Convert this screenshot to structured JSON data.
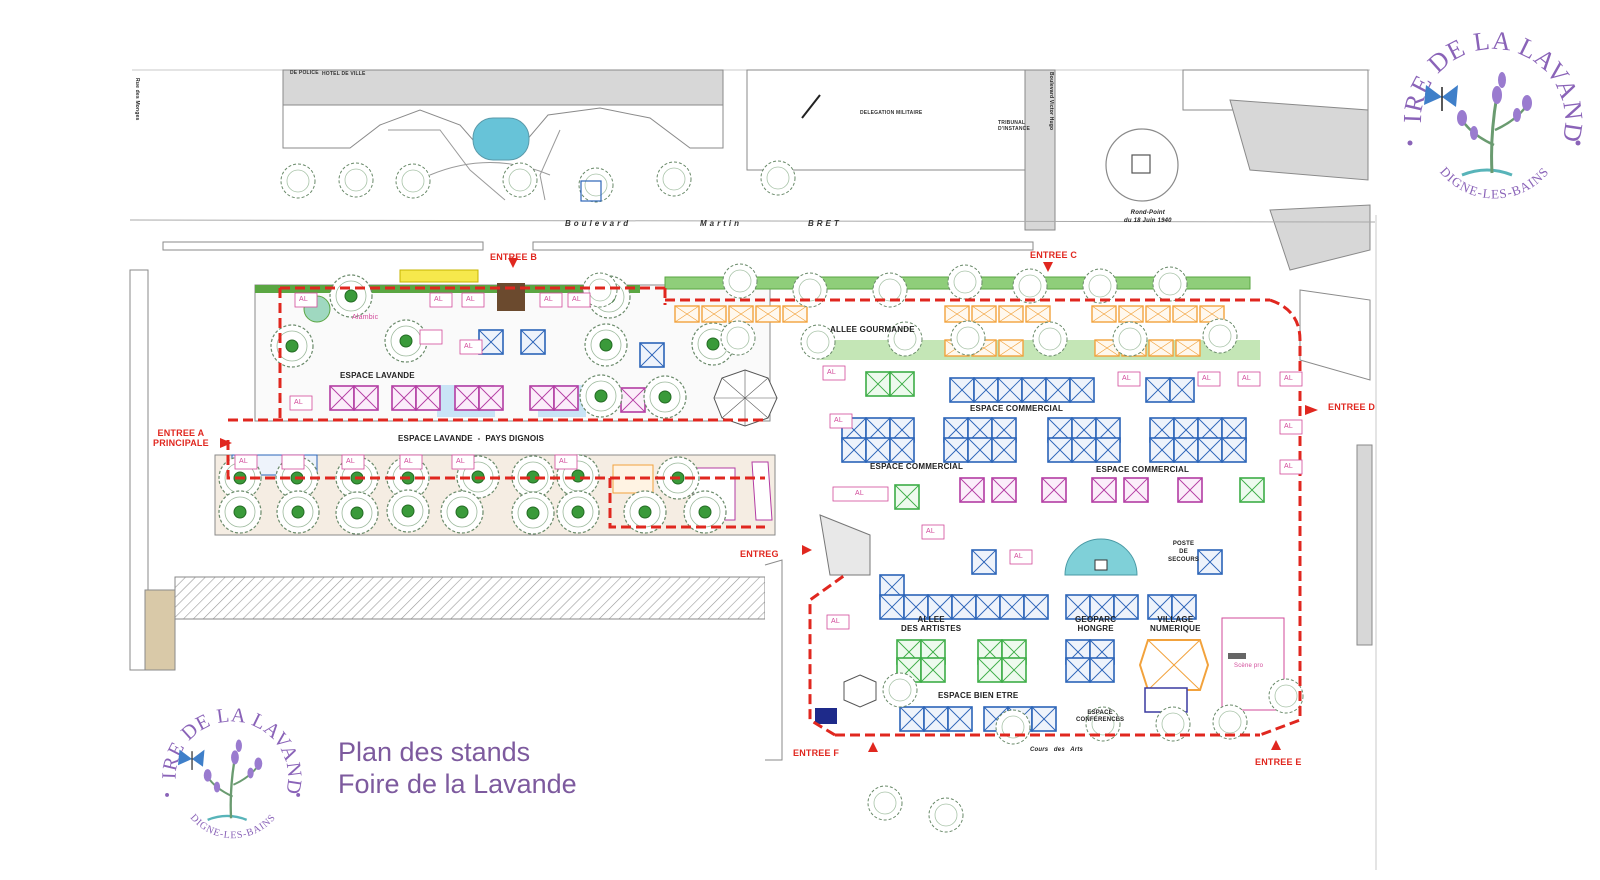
{
  "colors": {
    "lavender_purple": "#8a63b8",
    "caption_purple": "#7d5a9e",
    "route_red": "#e0271f",
    "commercial_blue": "#2b64b8",
    "lavande_magenta": "#b33ca3",
    "artist_green": "#3dad47",
    "alley_orange": "#f2a23c",
    "tree_green": "#3a9a3a",
    "logo_blue": "#3f7fc9"
  },
  "logos": {
    "top_right": {
      "arc_text": "FOIRE DE LA LAVANDE",
      "bottom_text": "DIGNE-LES-BAINS",
      "icon": "butterfly-lavender-sprig-icon"
    },
    "bottom_left": {
      "arc_text": "FOIRE DE LA LAVANDE",
      "bottom_text": "DIGNE-LES-BAINS",
      "icon": "butterfly-lavender-sprig-icon"
    }
  },
  "caption": {
    "line1": "Plan des stands",
    "line2": "Foire de la Lavande"
  },
  "entrances": {
    "a": "ENTREE A\nPRINCIPALE",
    "b": "ENTREE B",
    "c": "ENTREE C",
    "d": "ENTREE D",
    "e": "ENTREE E",
    "f": "ENTREE F",
    "g": "ENTREG"
  },
  "zones": {
    "espace_lavande": "ESPACE LAVANDE",
    "espace_lavande_pays": "ESPACE LAVANDE  -  PAYS DIGNOIS",
    "allee_gourmande": "ALLEE GOURMANDE",
    "espace_commercial_1": "ESPACE COMMERCIAL",
    "espace_commercial_2": "ESPACE COMMERCIAL",
    "espace_commercial_3": "ESPACE COMMERCIAL",
    "allee_artistes": "ALLEE\nDES ARTISTES",
    "geoparc": "GEOPARC\nHONGRE",
    "village": "VILLAGE\nNUMERIQUE",
    "bien_etre": "ESPACE BIEN ETRE",
    "poste_secours": "POSTE\nDE\nSECOURS",
    "conferences": "ESPACE\nCONFERENCES",
    "alambic": "Alambic",
    "scene_pro": "Scène pro"
  },
  "streets": {
    "boulevard": [
      "Boulevard",
      "Martin",
      "BRET"
    ],
    "rond_point": "Rond-Point\ndu 18 Juin 1940",
    "cours": "Cours   des   Arts",
    "boulevard_victor": "Boulevard Victor Hugo",
    "rue_left": "Rue des Monges"
  },
  "building_labels": {
    "police": "DE POLICE",
    "hotel": "HOTEL DE VILLE",
    "delegation": "DELEGATION MILITAIRE",
    "tribunal": "TRIBUNAL D'INSTANCE"
  },
  "stand_label": "AL"
}
